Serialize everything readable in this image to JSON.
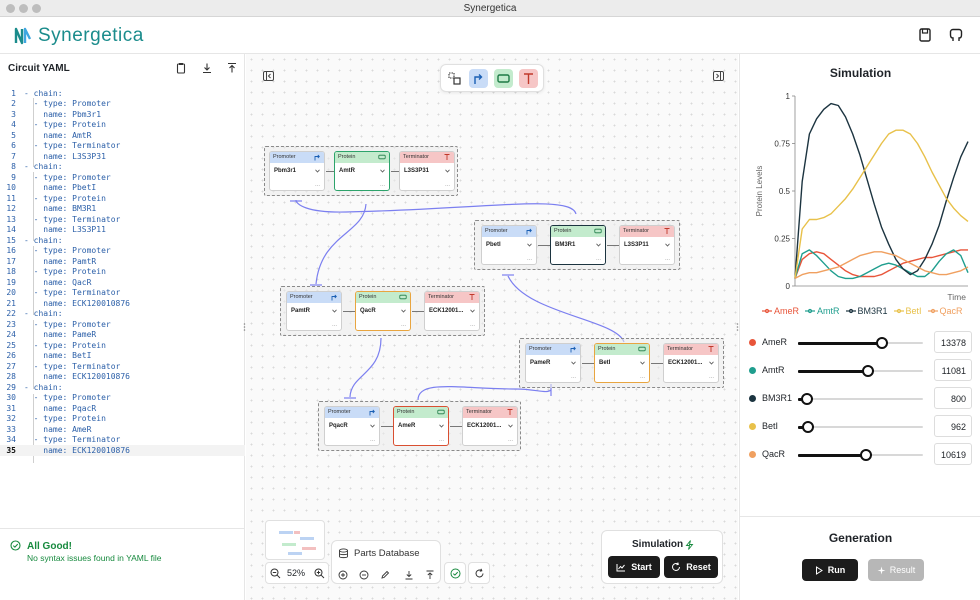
{
  "window": {
    "title": "Synergetica"
  },
  "app": {
    "brand": "Synergetica"
  },
  "editor": {
    "title": "Circuit YAML",
    "lines": [
      {
        "n": "1",
        "t": "- chain:"
      },
      {
        "n": "2",
        "t": "  - type: Promoter"
      },
      {
        "n": "3",
        "t": "    name: Pbm3r1"
      },
      {
        "n": "4",
        "t": "  - type: Protein"
      },
      {
        "n": "5",
        "t": "    name: AmtR"
      },
      {
        "n": "6",
        "t": "  - type: Terminator"
      },
      {
        "n": "7",
        "t": "    name: L3S3P31"
      },
      {
        "n": "8",
        "t": "- chain:"
      },
      {
        "n": "9",
        "t": "  - type: Promoter"
      },
      {
        "n": "10",
        "t": "    name: PbetI"
      },
      {
        "n": "11",
        "t": "  - type: Protein"
      },
      {
        "n": "12",
        "t": "    name: BM3R1"
      },
      {
        "n": "13",
        "t": "  - type: Terminator"
      },
      {
        "n": "14",
        "t": "    name: L3S3P11"
      },
      {
        "n": "15",
        "t": "- chain:"
      },
      {
        "n": "16",
        "t": "  - type: Promoter"
      },
      {
        "n": "17",
        "t": "    name: PamtR"
      },
      {
        "n": "18",
        "t": "  - type: Protein"
      },
      {
        "n": "19",
        "t": "    name: QacR"
      },
      {
        "n": "20",
        "t": "  - type: Terminator"
      },
      {
        "n": "21",
        "t": "    name: ECK120010876"
      },
      {
        "n": "22",
        "t": "- chain:"
      },
      {
        "n": "23",
        "t": "  - type: Promoter"
      },
      {
        "n": "24",
        "t": "    name: PameR"
      },
      {
        "n": "25",
        "t": "  - type: Protein"
      },
      {
        "n": "26",
        "t": "    name: BetI"
      },
      {
        "n": "27",
        "t": "  - type: Terminator"
      },
      {
        "n": "28",
        "t": "    name: ECK120010876"
      },
      {
        "n": "29",
        "t": "- chain:"
      },
      {
        "n": "30",
        "t": "  - type: Promoter"
      },
      {
        "n": "31",
        "t": "    name: PqacR"
      },
      {
        "n": "32",
        "t": "  - type: Protein"
      },
      {
        "n": "33",
        "t": "    name: AmeR"
      },
      {
        "n": "34",
        "t": "  - type: Terminator"
      },
      {
        "n": "35",
        "t": "    name: ECK120010876"
      }
    ],
    "status_title": "All Good!",
    "status_message": "No syntax issues found in YAML file"
  },
  "canvas": {
    "type_labels": {
      "promoter": "Promoter",
      "protein": "Protein",
      "terminator": "Terminator"
    },
    "chains": [
      {
        "promoter": "Pbm3r1",
        "protein": "AmtR",
        "terminator": "L3S3P31"
      },
      {
        "promoter": "PbetI",
        "protein": "BM3R1",
        "terminator": "L3S3P11"
      },
      {
        "promoter": "PamtR",
        "protein": "QacR",
        "terminator": "ECK12001..."
      },
      {
        "promoter": "PameR",
        "protein": "BetI",
        "terminator": "ECK12001..."
      },
      {
        "promoter": "PqacR",
        "protein": "AmeR",
        "terminator": "ECK12001..."
      }
    ],
    "zoom": "52%",
    "parts_database": "Parts Database",
    "sim_panel_title": "Simulation",
    "start_label": "Start",
    "reset_label": "Reset"
  },
  "simulation": {
    "title": "Simulation",
    "sliders": [
      {
        "name": "AmeR",
        "value": "13378",
        "fraction": 0.67,
        "color": "#e8553a"
      },
      {
        "name": "AmtR",
        "value": "11081",
        "fraction": 0.56,
        "color": "#1f9e8e"
      },
      {
        "name": "BM3R1",
        "value": "800",
        "fraction": 0.07,
        "color": "#1c3440"
      },
      {
        "name": "BetI",
        "value": "962",
        "fraction": 0.08,
        "color": "#e8c14a"
      },
      {
        "name": "QacR",
        "value": "10619",
        "fraction": 0.54,
        "color": "#f0a060"
      }
    ]
  },
  "generation": {
    "title": "Generation",
    "run_label": "Run",
    "result_label": "Result"
  },
  "chart_data": {
    "type": "line",
    "xlabel": "Time",
    "ylabel": "Protein Levels",
    "ylim": [
      0,
      1
    ],
    "yticks": [
      "0",
      "0.25",
      "0.5",
      "0.75",
      "1"
    ],
    "legend_position": "bottom",
    "x": [
      0,
      1,
      2,
      3,
      4,
      5,
      6,
      7,
      8,
      9,
      10,
      11,
      12,
      13,
      14,
      15,
      16,
      17,
      18,
      19,
      20,
      21,
      22,
      23,
      24
    ],
    "series": [
      {
        "name": "AmeR",
        "color": "#e8553a",
        "values": [
          0.04,
          0.14,
          0.17,
          0.18,
          0.17,
          0.14,
          0.11,
          0.08,
          0.06,
          0.05,
          0.05,
          0.05,
          0.06,
          0.08,
          0.1,
          0.12,
          0.13,
          0.14,
          0.15,
          0.15,
          0.16,
          0.17,
          0.18,
          0.19,
          0.19
        ]
      },
      {
        "name": "AmtR",
        "color": "#1f9e8e",
        "values": [
          0.04,
          0.17,
          0.19,
          0.16,
          0.12,
          0.08,
          0.05,
          0.04,
          0.04,
          0.05,
          0.07,
          0.09,
          0.11,
          0.12,
          0.11,
          0.09,
          0.07,
          0.05,
          0.05,
          0.08,
          0.13,
          0.17,
          0.19,
          0.16,
          0.07
        ]
      },
      {
        "name": "BM3R1",
        "color": "#1c3440",
        "values": [
          0.04,
          0.55,
          0.8,
          0.88,
          0.93,
          0.96,
          0.95,
          0.89,
          0.8,
          0.69,
          0.56,
          0.43,
          0.31,
          0.22,
          0.14,
          0.09,
          0.06,
          0.08,
          0.14,
          0.22,
          0.32,
          0.45,
          0.57,
          0.68,
          0.76
        ]
      },
      {
        "name": "BetI",
        "color": "#e8c14a",
        "values": [
          0.04,
          0.3,
          0.35,
          0.35,
          0.36,
          0.38,
          0.42,
          0.46,
          0.51,
          0.57,
          0.63,
          0.69,
          0.75,
          0.8,
          0.82,
          0.82,
          0.8,
          0.75,
          0.68,
          0.6,
          0.53,
          0.46,
          0.41,
          0.37,
          0.34
        ]
      },
      {
        "name": "QacR",
        "color": "#f0a060",
        "values": [
          0.04,
          0.06,
          0.07,
          0.07,
          0.08,
          0.09,
          0.1,
          0.12,
          0.14,
          0.16,
          0.17,
          0.18,
          0.18,
          0.17,
          0.16,
          0.14,
          0.12,
          0.1,
          0.08,
          0.07,
          0.06,
          0.06,
          0.07,
          0.08,
          0.1
        ]
      }
    ]
  }
}
